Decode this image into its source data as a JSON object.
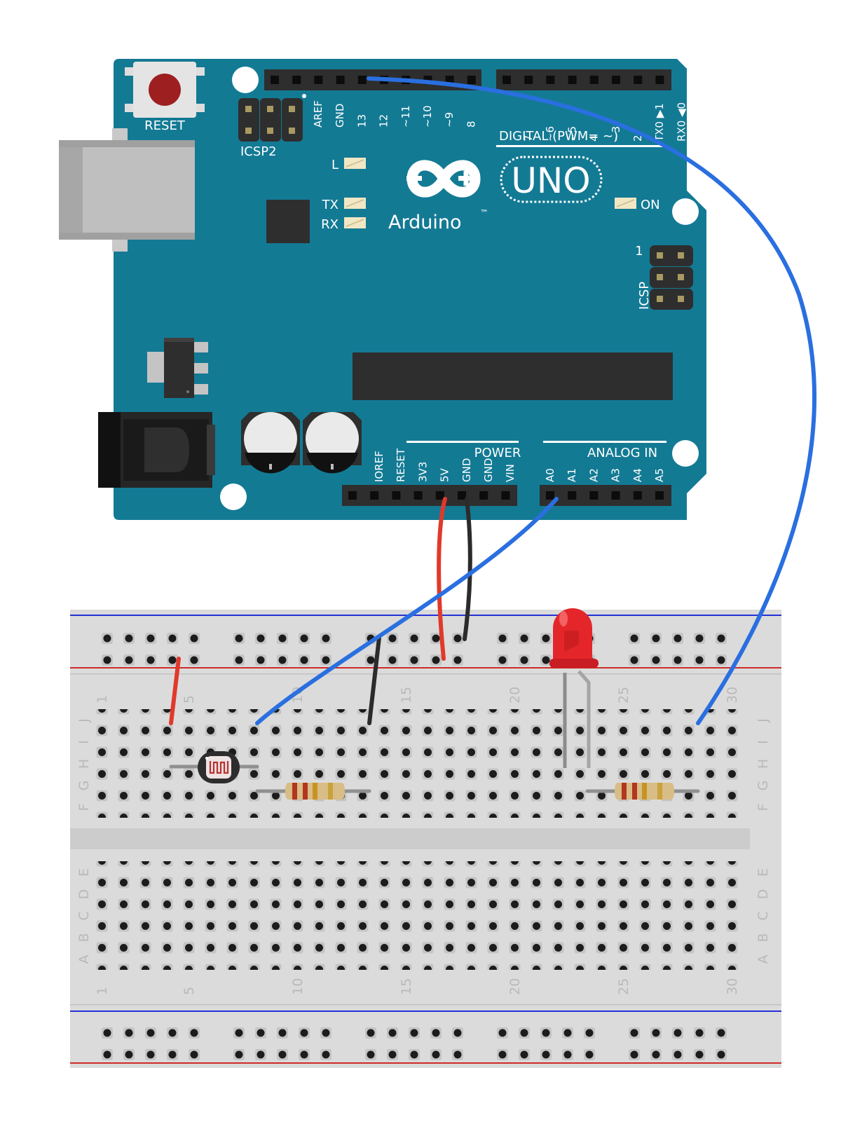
{
  "arduino": {
    "reset_label": "RESET",
    "icsp2_label": "ICSP2",
    "icsp_label": "ICSP",
    "icsp_pin1": "1",
    "led_l": "L",
    "led_tx": "TX",
    "led_rx": "RX",
    "led_on": "ON",
    "logo_text": "Arduino",
    "tm": "™",
    "model": "UNO",
    "digital_caption": "DIGITAL (PWM=",
    "digital_tilde": "~)",
    "power_caption": "POWER",
    "analog_caption": "ANALOG IN",
    "digital_pins": [
      "AREF",
      "GND",
      "13",
      "12",
      "~11",
      "~10",
      "~9",
      "8",
      "7",
      "~6",
      "~5",
      "4",
      "~3",
      "2",
      "TX0 ▶1",
      "RX0 ◀0"
    ],
    "power_pins": [
      "IOREF",
      "RESET",
      "3V3",
      "5V",
      "GND",
      "GND",
      "VIN"
    ],
    "analog_pins": [
      "A0",
      "A1",
      "A2",
      "A3",
      "A4",
      "A5"
    ]
  },
  "breadboard": {
    "column_labels": [
      "1",
      "5",
      "10",
      "15",
      "20",
      "25",
      "30"
    ],
    "row_labels_top": [
      "J",
      "I",
      "H",
      "G",
      "F"
    ],
    "row_labels_bottom": [
      "E",
      "D",
      "C",
      "B",
      "A"
    ]
  },
  "colors": {
    "board": "#137a94",
    "wire_red": "#e0392b",
    "wire_black": "#2b2b2b",
    "wire_blue": "#2a6fe0",
    "led": "#e5262a"
  }
}
